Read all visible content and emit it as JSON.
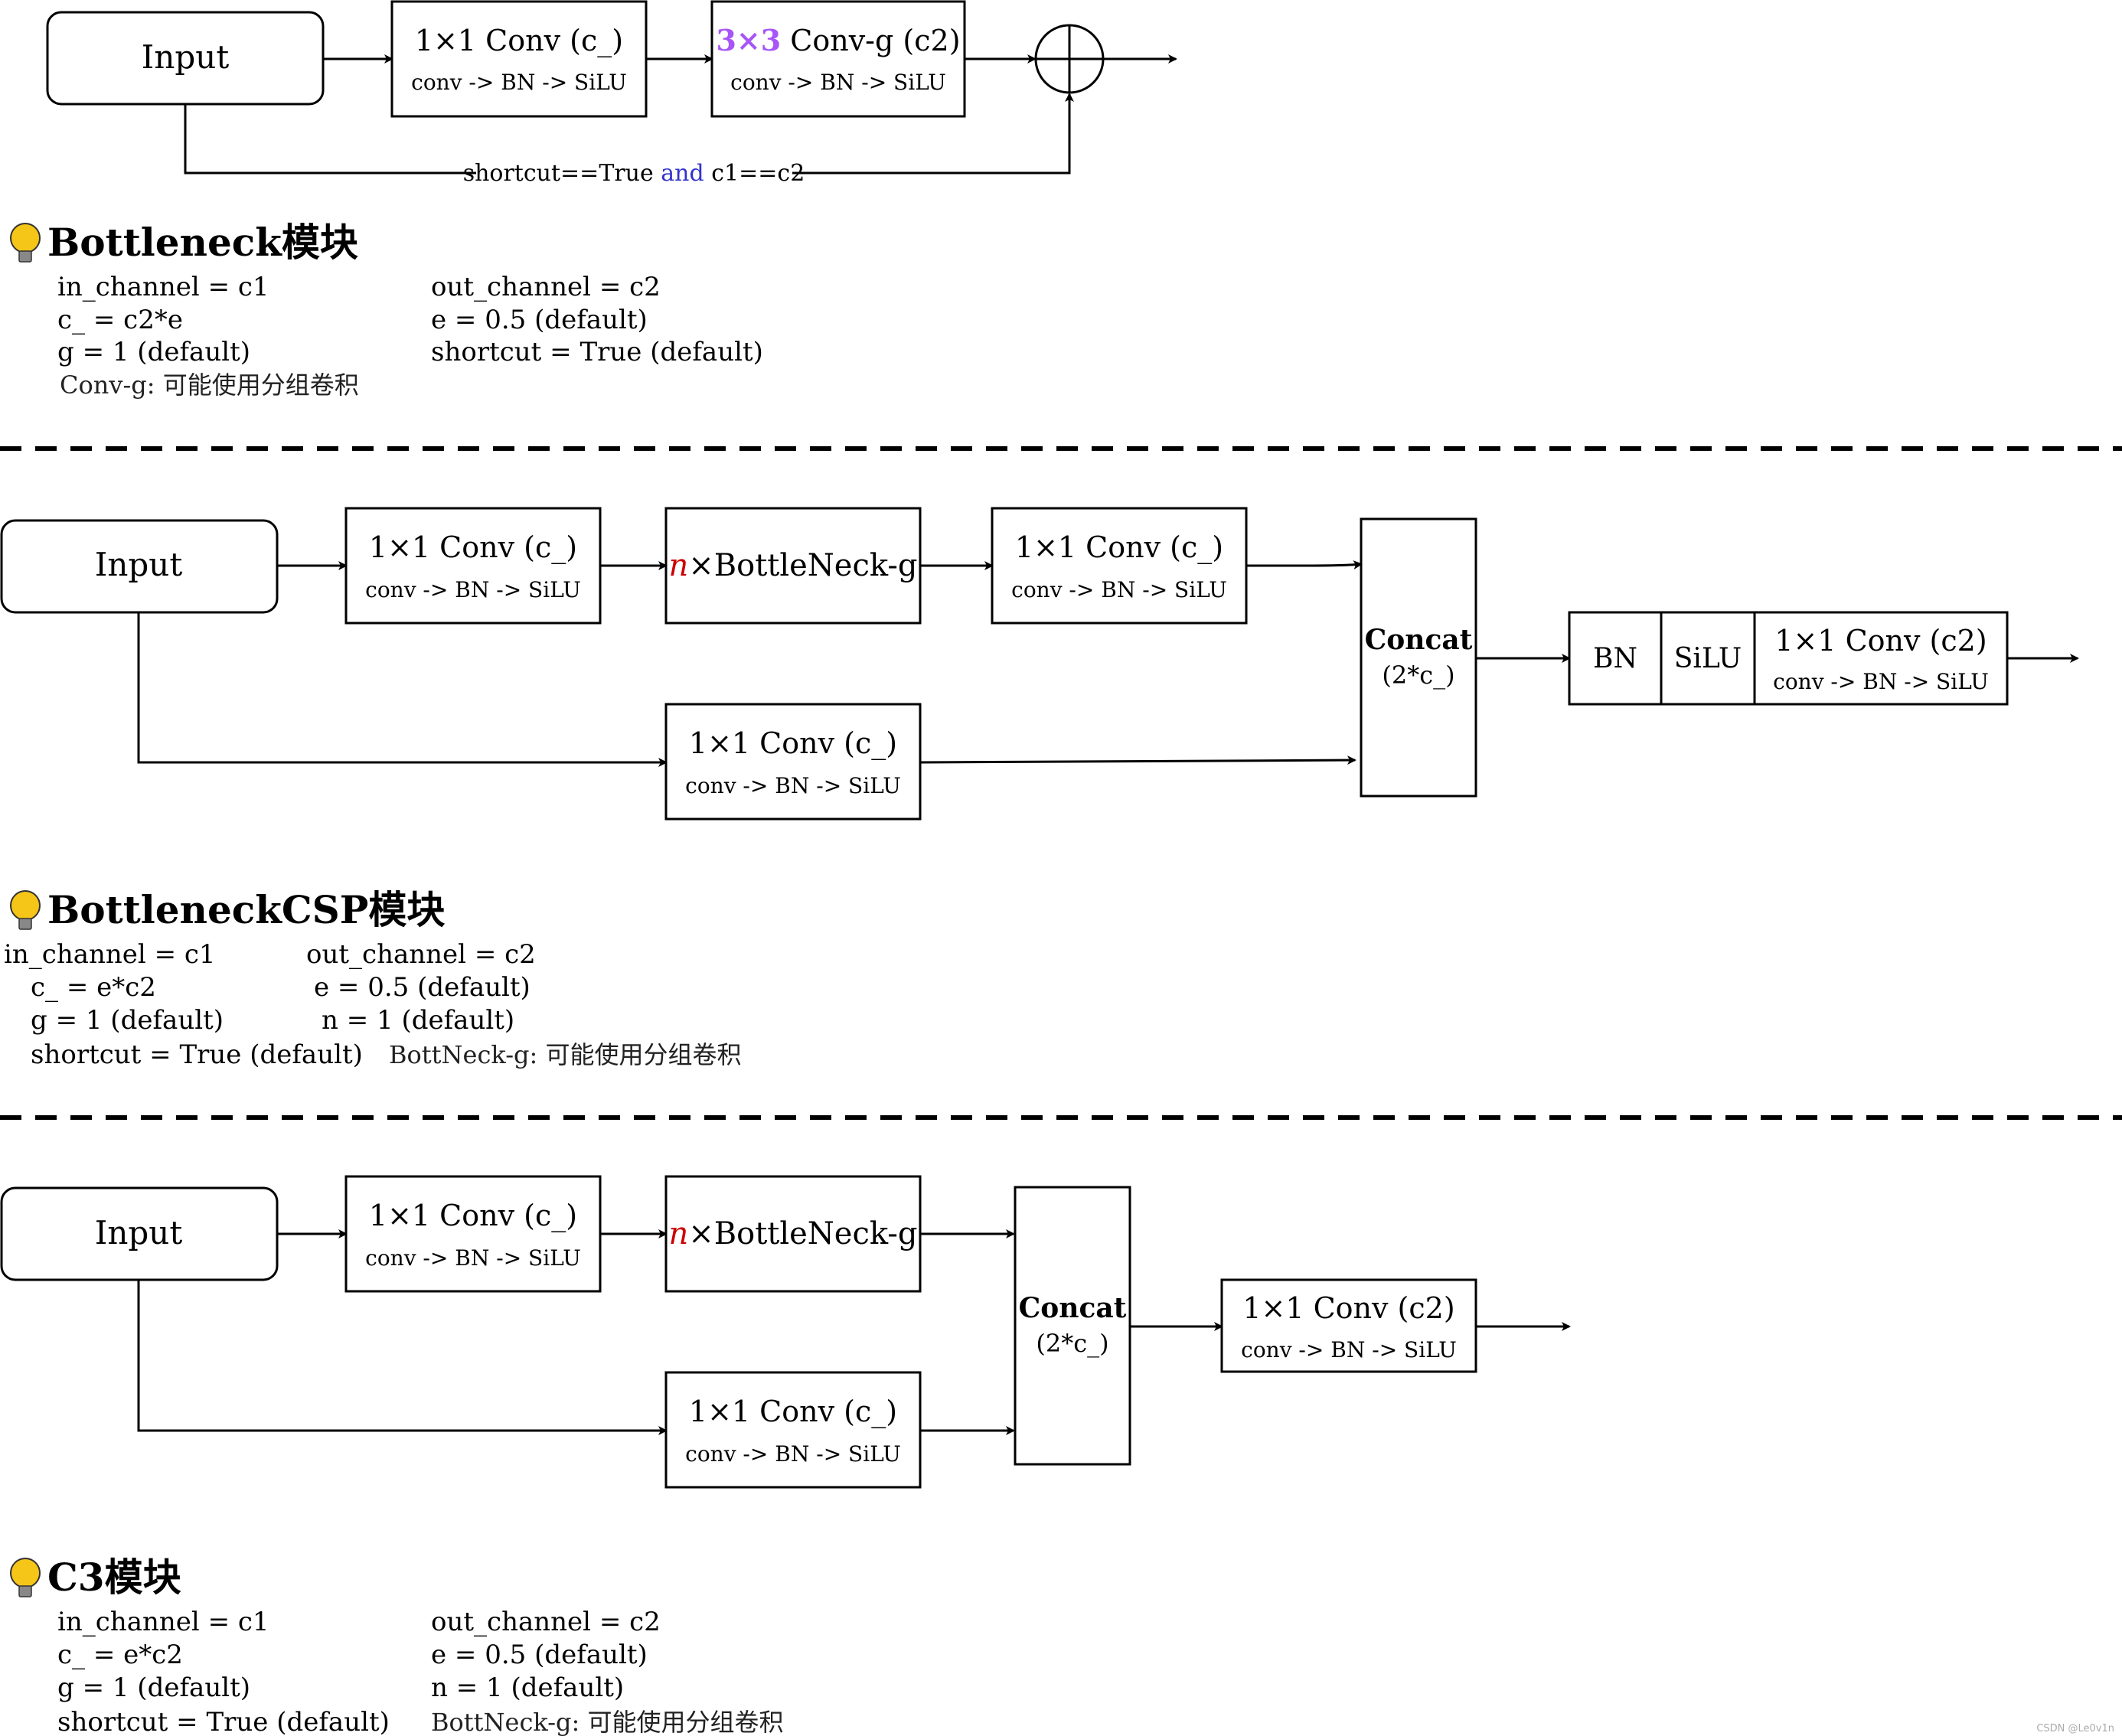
{
  "colors": {
    "stroke": "#000000",
    "accent_purple": "#a855f7",
    "accent_red": "#cc0000",
    "accent_blue": "#3333cc",
    "bulb": "#f5c518"
  },
  "bottleneck": {
    "input": "Input",
    "conv1_title": "1×1 Conv (c_)",
    "conv1_sub": "conv -> BN -> SiLU",
    "conv2_prefix": "3×3",
    "conv2_title": " Conv-g (c2)",
    "conv2_sub": "conv -> BN -> SiLU",
    "shortcut_a": "shortcut==True ",
    "shortcut_and": "and",
    "shortcut_b": " c1==c2",
    "heading_icon": "lightbulb-icon",
    "heading": "Bottleneck模块",
    "params": {
      "in_channel": "in_channel = c1",
      "c_": "c_ = c2*e",
      "g": "g = 1 (default)",
      "conv_g": "Conv-g:  可能使用分组卷积",
      "out_channel": "out_channel = c2",
      "e": "e = 0.5 (default)",
      "shortcut": "shortcut = True (default)"
    }
  },
  "csp": {
    "input": "Input",
    "conv_a_title": "1×1 Conv (c_)",
    "conv_a_sub": "conv -> BN -> SiLU",
    "n": "n",
    "bn_block": "×BottleNeck-g",
    "conv_b_title": "1×1 Conv (c_)",
    "conv_b_sub": "conv -> BN -> SiLU",
    "conv_c_title": "1×1 Conv (c_)",
    "conv_c_sub": "conv -> BN -> SiLU",
    "concat": "Concat",
    "concat_sub": "(2*c_)",
    "bn": "BN",
    "silu": "SiLU",
    "conv_out_title": "1×1 Conv (c2)",
    "conv_out_sub": "conv -> BN -> SiLU",
    "heading": "BottleneckCSP模块",
    "params": {
      "in_channel": "in_channel = c1",
      "c_": "c_ = e*c2",
      "g": "g = 1 (default)",
      "shortcut": "shortcut = True (default)",
      "out_channel": "out_channel = c2",
      "e": "e = 0.5 (default)",
      "n": "n = 1 (default)",
      "bottneck": "BottNeck-g: 可能使用分组卷积"
    }
  },
  "c3": {
    "input": "Input",
    "conv_a_title": "1×1 Conv (c_)",
    "conv_a_sub": "conv -> BN -> SiLU",
    "n": "n",
    "bn_block": "×BottleNeck-g",
    "conv_c_title": "1×1 Conv (c_)",
    "conv_c_sub": "conv -> BN -> SiLU",
    "concat": "Concat",
    "concat_sub": "(2*c_)",
    "conv_out_title": "1×1 Conv (c2)",
    "conv_out_sub": "conv -> BN -> SiLU",
    "heading": "C3模块",
    "params": {
      "in_channel": "in_channel = c1",
      "c_": "c_ = e*c2",
      "g": "g = 1 (default)",
      "shortcut": "shortcut = True (default)",
      "out_channel": "out_channel = c2",
      "e": "e = 0.5 (default)",
      "n": "n = 1 (default)",
      "bottneck": "BottNeck-g: 可能使用分组卷积"
    }
  },
  "watermark": "CSDN @Le0v1n"
}
